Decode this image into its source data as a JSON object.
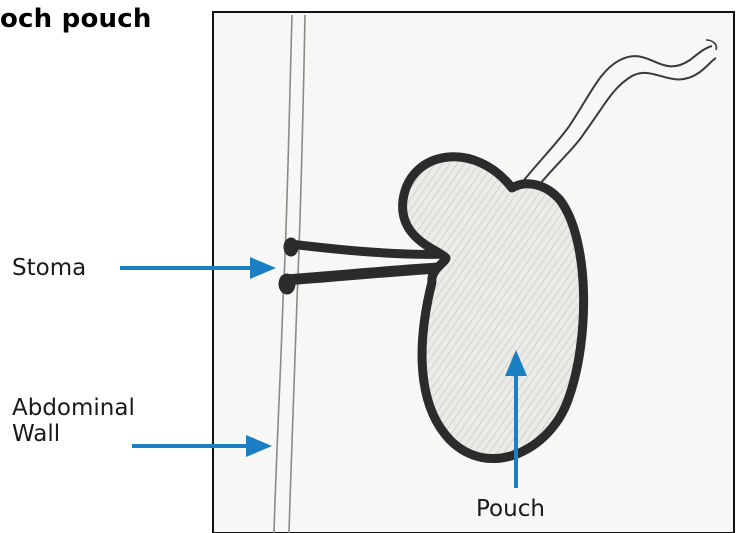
{
  "title": "och pouch",
  "labels": {
    "stoma": "Stoma",
    "abdominal_wall_line1": "Abdominal",
    "abdominal_wall_line2": "Wall",
    "pouch": "Pouch"
  },
  "colors": {
    "arrow": "#1b7fc4",
    "sketch": "#2b2b2b",
    "paper": "#f7f7f5",
    "frame": "#111111"
  }
}
